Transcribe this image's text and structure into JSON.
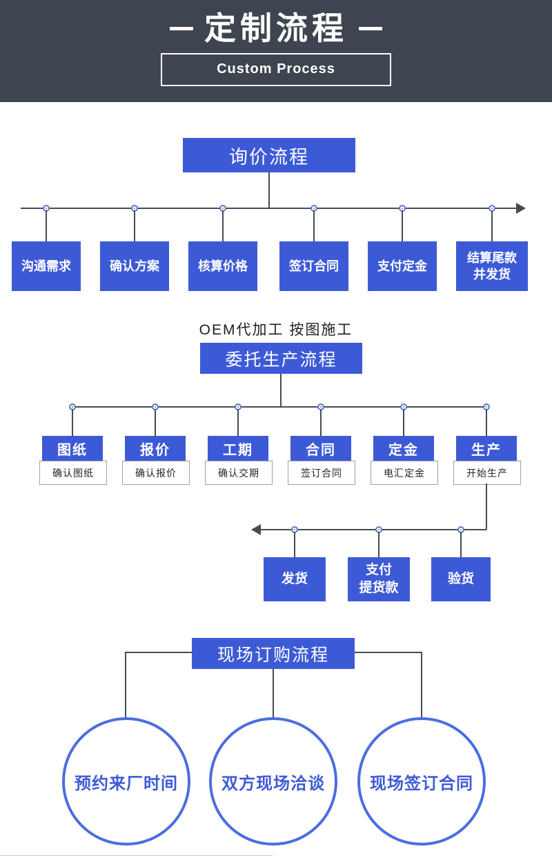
{
  "header": {
    "title": "定制流程",
    "subtitle": "Custom Process"
  },
  "inquiry": {
    "title": "询价流程",
    "steps": [
      "沟通需求",
      "确认方案",
      "核算价格",
      "签订合同",
      "支付定金",
      "结算尾款\n并发货"
    ]
  },
  "oem": {
    "note": "OEM代加工 按图施工",
    "title": "委托生产流程",
    "columns": [
      {
        "label": "图纸",
        "sub": "确认图纸"
      },
      {
        "label": "报价",
        "sub": "确认报价"
      },
      {
        "label": "工期",
        "sub": "确认交期"
      },
      {
        "label": "合同",
        "sub": "签订合同"
      },
      {
        "label": "定金",
        "sub": "电汇定金"
      },
      {
        "label": "生产",
        "sub": "开始生产"
      }
    ],
    "delivery_steps": [
      "发货",
      "支付\n提货款",
      "验货"
    ]
  },
  "onsite": {
    "title": "现场订购流程",
    "circles": [
      "预约来厂时间",
      "双方现场洽谈",
      "现场签订合同"
    ]
  },
  "colors": {
    "banner_bg": "#3e4550",
    "accent_blue": "#3d5ad6",
    "circle_border": "#4a6ee0"
  }
}
